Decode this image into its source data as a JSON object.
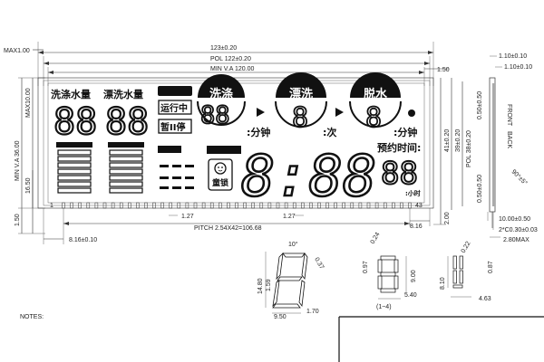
{
  "dimensions": {
    "max_outline_left": "MAX1.00",
    "outline_width": "123±0.20",
    "pol_width": "POL 122±0.20",
    "va_width": "MIN V.A 120.00",
    "right_margin": "1.50",
    "max_top": "MAX10.00",
    "min_va_height": "MIN V.A 36.00",
    "left_16_50": "16.50",
    "left_1_50": "1.50",
    "pitch": "PITCH 2.54X42=106.68",
    "pin_left": "8.16±0.10",
    "pin_right": "8.16",
    "gap_1_27_a": "1.27",
    "gap_1_27_b": "1.27",
    "h_39": "39±0.20",
    "h_41": "41±0.20",
    "pol_38": "POL 38±0.20",
    "bottom_2_00": "2.00",
    "side_0_50_top": "0.50±0.50",
    "side_0_50_bottom": "0.50±0.50",
    "side_1_10_top": "1.10±0.10",
    "side_1_10_mid": "1.10±0.10",
    "front": "FRONT",
    "back": "BACK",
    "angle": "90°±5°",
    "side_10": "10.00±0.50",
    "side_c": "2*C0.30±0.03",
    "side_2_80": "2.80MAX",
    "pin_1": "1",
    "pin_43": "43"
  },
  "lcd": {
    "label_wash_water": "洗涤水量",
    "label_rinse_water": "漂洗水量",
    "label_wash": "洗涤",
    "label_rinse": "漂洗",
    "label_spin": "脱水",
    "label_running": "运行中",
    "label_pause": "暂II停",
    "label_child_lock": "童锁",
    "label_minute_1": ":分钟",
    "label_times": ":次",
    "label_minute_2": ":分钟",
    "label_reserve": "预约时间:",
    "label_hours": ":小时",
    "digits_wash_water": "88",
    "digits_rinse_water": "88",
    "digits_wash_time": "88",
    "digit_rinse_count": "8",
    "digit_spin_time": "8",
    "digits_clock": "8:88",
    "digits_reserve": "88"
  },
  "details": {
    "seg_angle": "10°",
    "seg_h_14_80": "14.80",
    "seg_h_1_59": "1.59",
    "seg_w_9_50": "9.50",
    "seg_w_1_70": "1.70",
    "seg_t_0_37": "0.37",
    "small_0_24": "0.24",
    "small_0_97": "0.97",
    "small_9_00": "9.00",
    "small_5_40": "5.40",
    "small_caption": "(1~4)",
    "r_0_22": "0.22",
    "r_8_10": "8.10",
    "r_0_87": "0.87",
    "r_4_63": "4.63"
  },
  "notes": {
    "label": "NOTES:"
  }
}
